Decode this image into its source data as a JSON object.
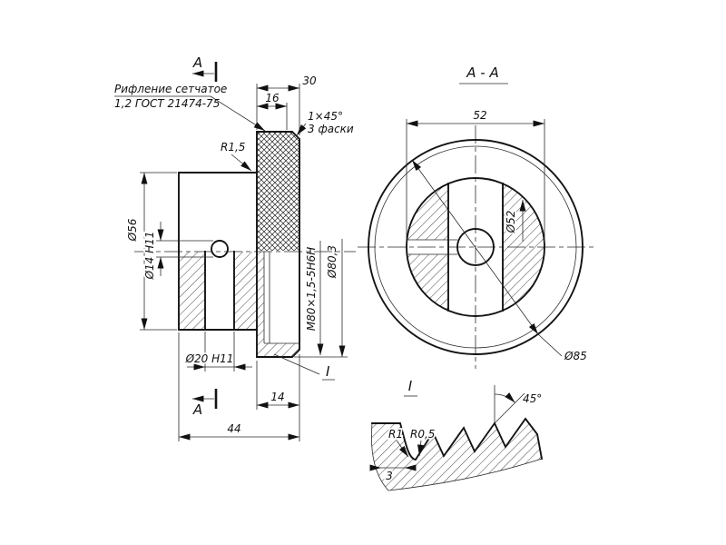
{
  "left_view": {
    "section_letter_top": "А",
    "section_letter_bottom": "А",
    "knurl_note_line1": "Рифление сетчатое",
    "knurl_note_line2": "1,2 ГОСТ 21474-75",
    "detail_ref": "I",
    "dims": {
      "width_30": "30",
      "width_16": "16",
      "chamfer_line1": "1×45°",
      "chamfer_line2": "3 фаски",
      "fillet": "R1,5",
      "dia_56": "Ø56",
      "dia_14": "Ø14 H11",
      "dia_20": "Ø20 H11",
      "thread": "M80×1,5-5H6H",
      "dia_80_3": "Ø80,3",
      "width_14": "14",
      "width_44": "44"
    }
  },
  "section_view": {
    "title": "А - А",
    "dims": {
      "width_52": "52",
      "dia_52": "Ø52",
      "dia_85": "Ø85"
    }
  },
  "detail_view": {
    "title": "I",
    "dims": {
      "angle": "45°",
      "radius_1": "R1",
      "radius_05": "R0,5",
      "depth_3": "3"
    }
  }
}
